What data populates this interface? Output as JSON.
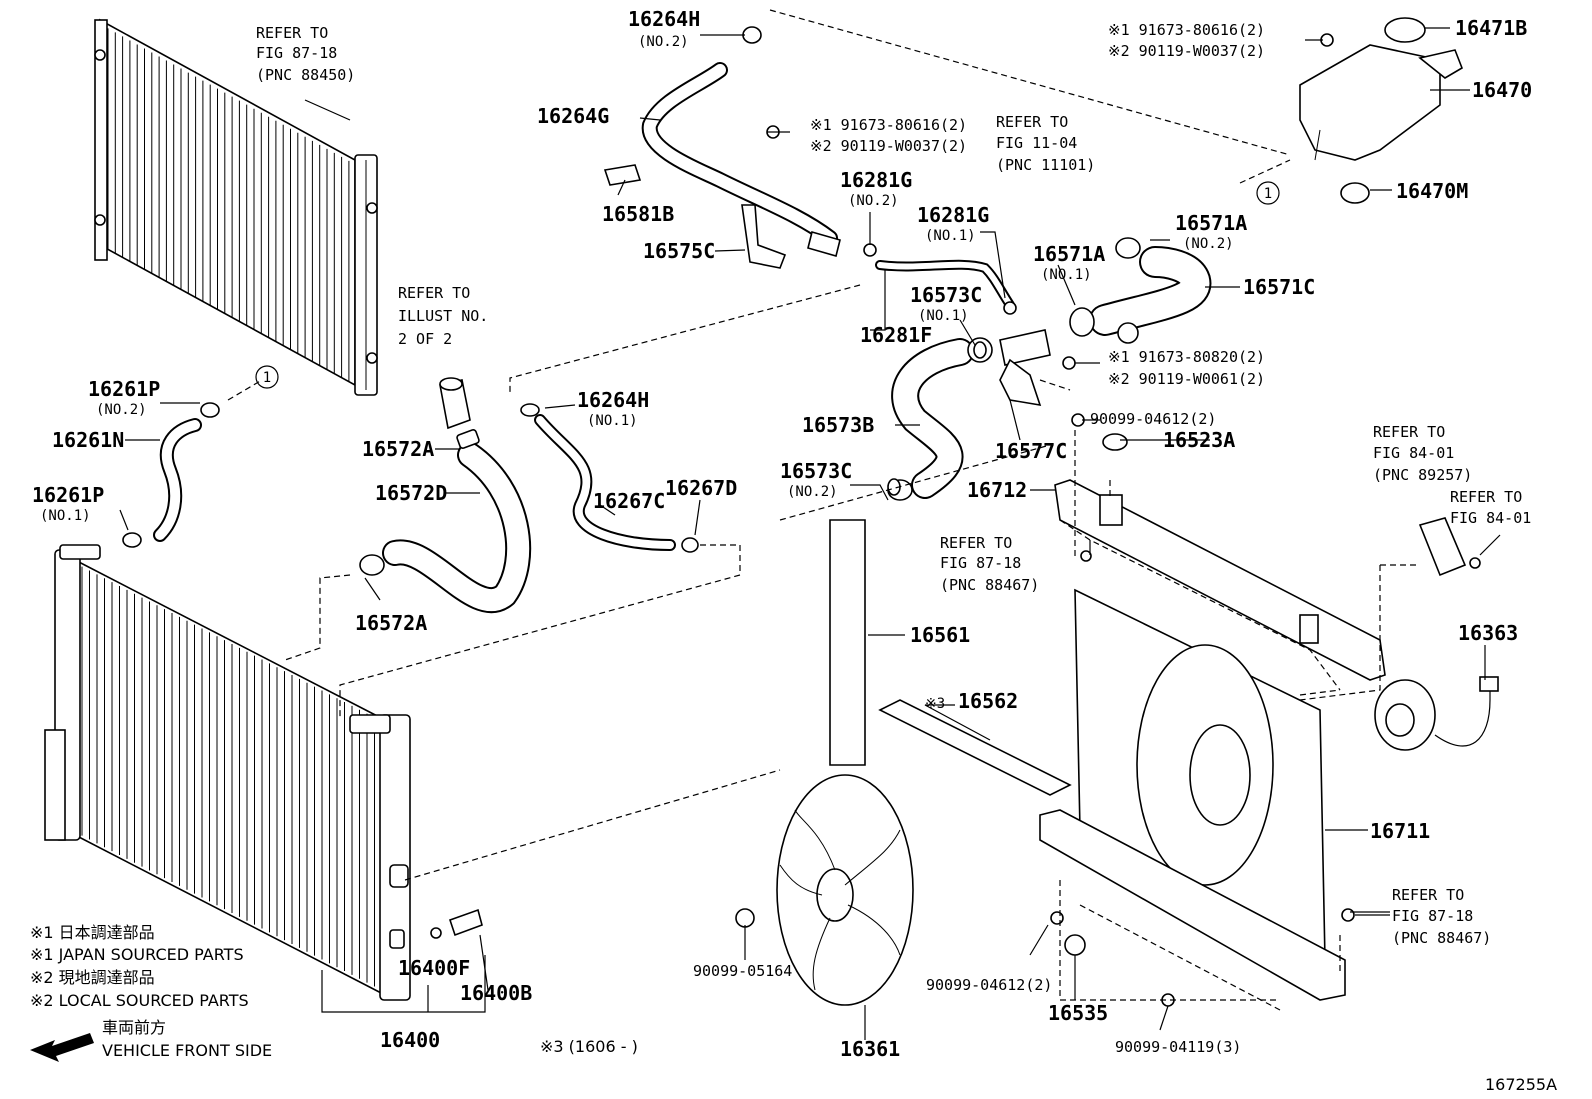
{
  "figure_id": "167255A",
  "labels": {
    "l_16264H_2": {
      "pn": "16264H",
      "sub": "(NO.2)"
    },
    "l_16264G": {
      "pn": "16264G"
    },
    "l_16581B": {
      "pn": "16581B"
    },
    "l_16575C": {
      "pn": "16575C"
    },
    "l_16281G_2": {
      "pn": "16281G",
      "sub": "(NO.2)"
    },
    "l_16281G_1": {
      "pn": "16281G",
      "sub": "(NO.1)"
    },
    "l_16281F": {
      "pn": "16281F"
    },
    "l_16573C_1": {
      "pn": "16573C",
      "sub": "(NO.1)"
    },
    "l_16573B": {
      "pn": "16573B"
    },
    "l_16573C_2": {
      "pn": "16573C",
      "sub": "(NO.2)"
    },
    "l_16577C": {
      "pn": "16577C"
    },
    "l_16571A_2": {
      "pn": "16571A",
      "sub": "(NO.2)"
    },
    "l_16571A_1": {
      "pn": "16571A",
      "sub": "(NO.1)"
    },
    "l_16571C": {
      "pn": "16571C"
    },
    "l_16471B": {
      "pn": "16471B"
    },
    "l_16470": {
      "pn": "16470"
    },
    "l_16470M": {
      "pn": "16470M"
    },
    "l_16261P_2": {
      "pn": "16261P",
      "sub": "(NO.2)"
    },
    "l_16261N": {
      "pn": "16261N"
    },
    "l_16261P_1": {
      "pn": "16261P",
      "sub": "(NO.1)"
    },
    "l_16572A_top": {
      "pn": "16572A"
    },
    "l_16572D": {
      "pn": "16572D"
    },
    "l_16572A_bot": {
      "pn": "16572A"
    },
    "l_16264H_1": {
      "pn": "16264H",
      "sub": "(NO.1)"
    },
    "l_16267C": {
      "pn": "16267C"
    },
    "l_16267D": {
      "pn": "16267D"
    },
    "l_16523A": {
      "pn": "16523A"
    },
    "l_16712": {
      "pn": "16712"
    },
    "l_16561": {
      "pn": "16561"
    },
    "l_16562": {
      "pn": "16562",
      "mark": "※3"
    },
    "l_16711": {
      "pn": "16711"
    },
    "l_16363": {
      "pn": "16363"
    },
    "l_16361": {
      "pn": "16361"
    },
    "l_16535": {
      "pn": "16535"
    },
    "l_16400": {
      "pn": "16400"
    },
    "l_16400F": {
      "pn": "16400F"
    },
    "l_16400B": {
      "pn": "16400B"
    }
  },
  "bolts": {
    "b_top_tank": [
      "※1 91673-80616(2)",
      "※2 90119-W0037(2)"
    ],
    "b_mid": [
      "※1 91673-80616(2)",
      "※2 90119-W0037(2)"
    ],
    "b_bracket": [
      "※1 91673-80820(2)",
      "※2 90119-W0061(2)"
    ],
    "b_90099_04612_top": "90099-04612(2)",
    "b_90099_05164": "90099-05164",
    "b_90099_04612_bot": "90099-04612(2)",
    "b_90099_04119": "90099-04119(3)"
  },
  "refs": {
    "r_condenser": [
      "REFER TO",
      "FIG 87-18",
      "(PNC 88450)"
    ],
    "r_illust": [
      "REFER TO",
      "ILLUST NO.",
      "2 OF 2"
    ],
    "r_fig1104": [
      "REFER TO",
      "FIG 11-04",
      "(PNC 11101)"
    ],
    "r_fig8718_mid": [
      "REFER TO",
      "FIG 87-18",
      "(PNC 88467)"
    ],
    "r_fig8401_a": [
      "REFER TO",
      "FIG 84-01",
      "(PNC 89257)"
    ],
    "r_fig8401_b": [
      "REFER TO",
      "FIG 84-01"
    ],
    "r_fig8718_bot": [
      "REFER TO",
      "FIG 87-18",
      "(PNC 88467)"
    ]
  },
  "circle_ref": "1",
  "legend": [
    "※1 日本調達部品",
    "※1 JAPAN SOURCED PARTS",
    "※2 現地調達部品",
    "※2 LOCAL SOURCED PARTS"
  ],
  "direction": {
    "jp": "車両前方",
    "en": "VEHICLE FRONT SIDE"
  },
  "footnote": "※3 (1606 -      )"
}
